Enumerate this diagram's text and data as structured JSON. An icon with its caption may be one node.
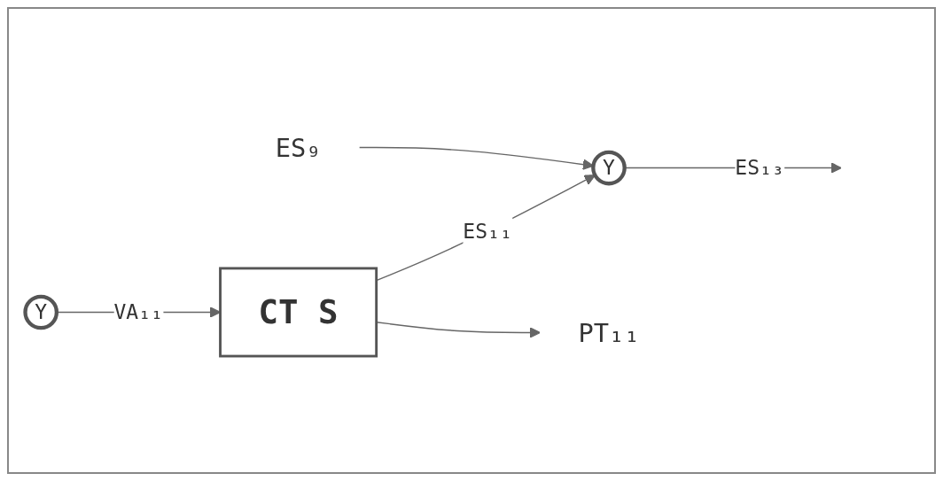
{
  "diagram": {
    "nodes": [
      {
        "text": [
          "Y"
        ]
      },
      {
        "text": [
          "CT S"
        ]
      },
      {
        "text": [
          "Y"
        ]
      },
      {
        "text": [
          "PT₁₁"
        ]
      },
      {
        "text": [
          "ES₉"
        ]
      }
    ],
    "edges": [
      {
        "from": 0,
        "to": 1,
        "arrow": "to",
        "label": "VA₁₁"
      },
      {
        "from": 1,
        "to": 2,
        "arrow": "to",
        "label": "ES₁₁"
      },
      {
        "from": 2,
        "to": null,
        "arrow": "to",
        "label": "ES₁₃"
      },
      {
        "from": 1,
        "to": 3,
        "arrow": "to"
      },
      {
        "from": 4,
        "to": 2,
        "arrow": "to"
      }
    ]
  }
}
